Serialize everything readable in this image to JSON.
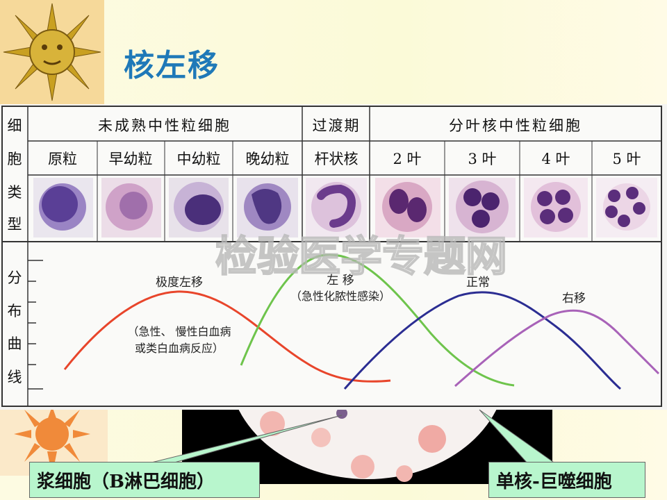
{
  "slide": {
    "title": "核左移"
  },
  "table": {
    "row_header": "细胞类型",
    "row_header_chars": [
      "细",
      "胞",
      "类",
      "型"
    ],
    "curve_header_chars": [
      "分",
      "布",
      "曲",
      "线"
    ],
    "groups": [
      "未成熟中性粒细胞",
      "过渡期",
      "分叶核中性粒细胞"
    ],
    "cells": [
      "原粒",
      "早幼粒",
      "中幼粒",
      "晚幼粒",
      "杆状核",
      "2 叶",
      "3 叶",
      "4 叶",
      "5 叶"
    ]
  },
  "curves": [
    {
      "name": "极度左移",
      "note_1": "（急性、 慢性白血病",
      "note_2": "或类白血病反应）",
      "color": "#e8452b"
    },
    {
      "name": "左 移",
      "note_1": "（急性化脓性感染）",
      "color": "#6ec44c"
    },
    {
      "name": "正常",
      "color": "#2b2d92"
    },
    {
      "name": "右移",
      "color": "#a862b8"
    }
  ],
  "watermark": "检验医学专题网",
  "callouts": {
    "plasma_cell": "浆细胞（B淋巴细胞）",
    "monocyte": "单核-巨噬细胞"
  }
}
